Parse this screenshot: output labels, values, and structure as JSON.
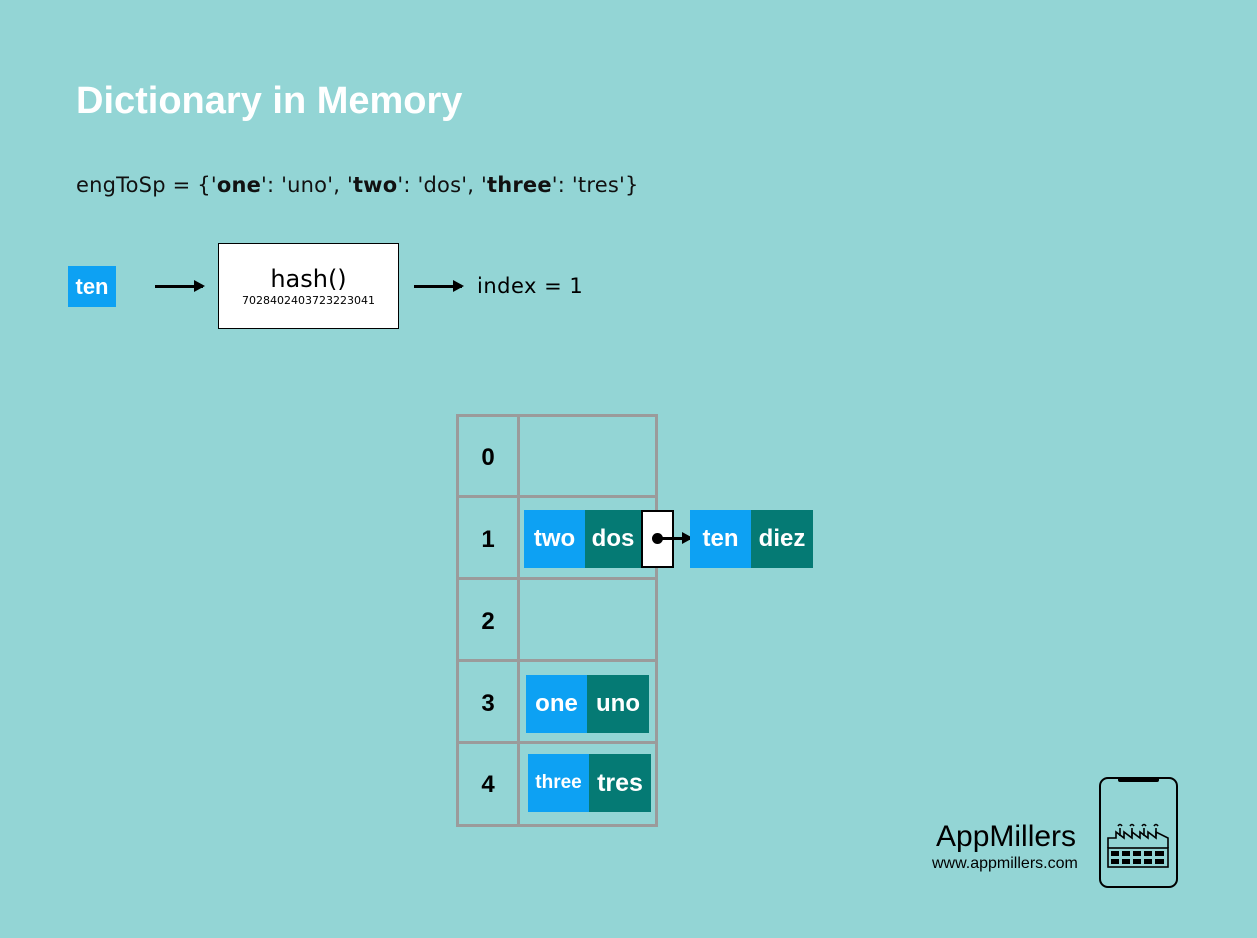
{
  "title": "Dictionary in Memory",
  "code": {
    "prefix": "engToSp = {'",
    "pairs": [
      {
        "key": "one",
        "value": "uno"
      },
      {
        "key": "two",
        "value": "dos"
      },
      {
        "key": "three",
        "value": "tres"
      }
    ]
  },
  "input_key": "ten",
  "hash": {
    "label": "hash()",
    "value": "7028402403723223041"
  },
  "index_text": "index = 1",
  "table": {
    "indices": [
      "0",
      "1",
      "2",
      "3",
      "4"
    ],
    "row1": {
      "key": "two",
      "value": "dos",
      "next_key": "ten",
      "next_value": "diez"
    },
    "row3": {
      "key": "one",
      "value": "uno"
    },
    "row4": {
      "key": "three",
      "value": "tres"
    }
  },
  "colors": {
    "background": "#93d5d5",
    "key": "#0da1f3",
    "value": "#057a74",
    "grid": "#9b9b9b"
  },
  "brand": {
    "name": "AppMillers",
    "url": "www.appmillers.com",
    "logo_icon": "factory-phone-icon"
  }
}
